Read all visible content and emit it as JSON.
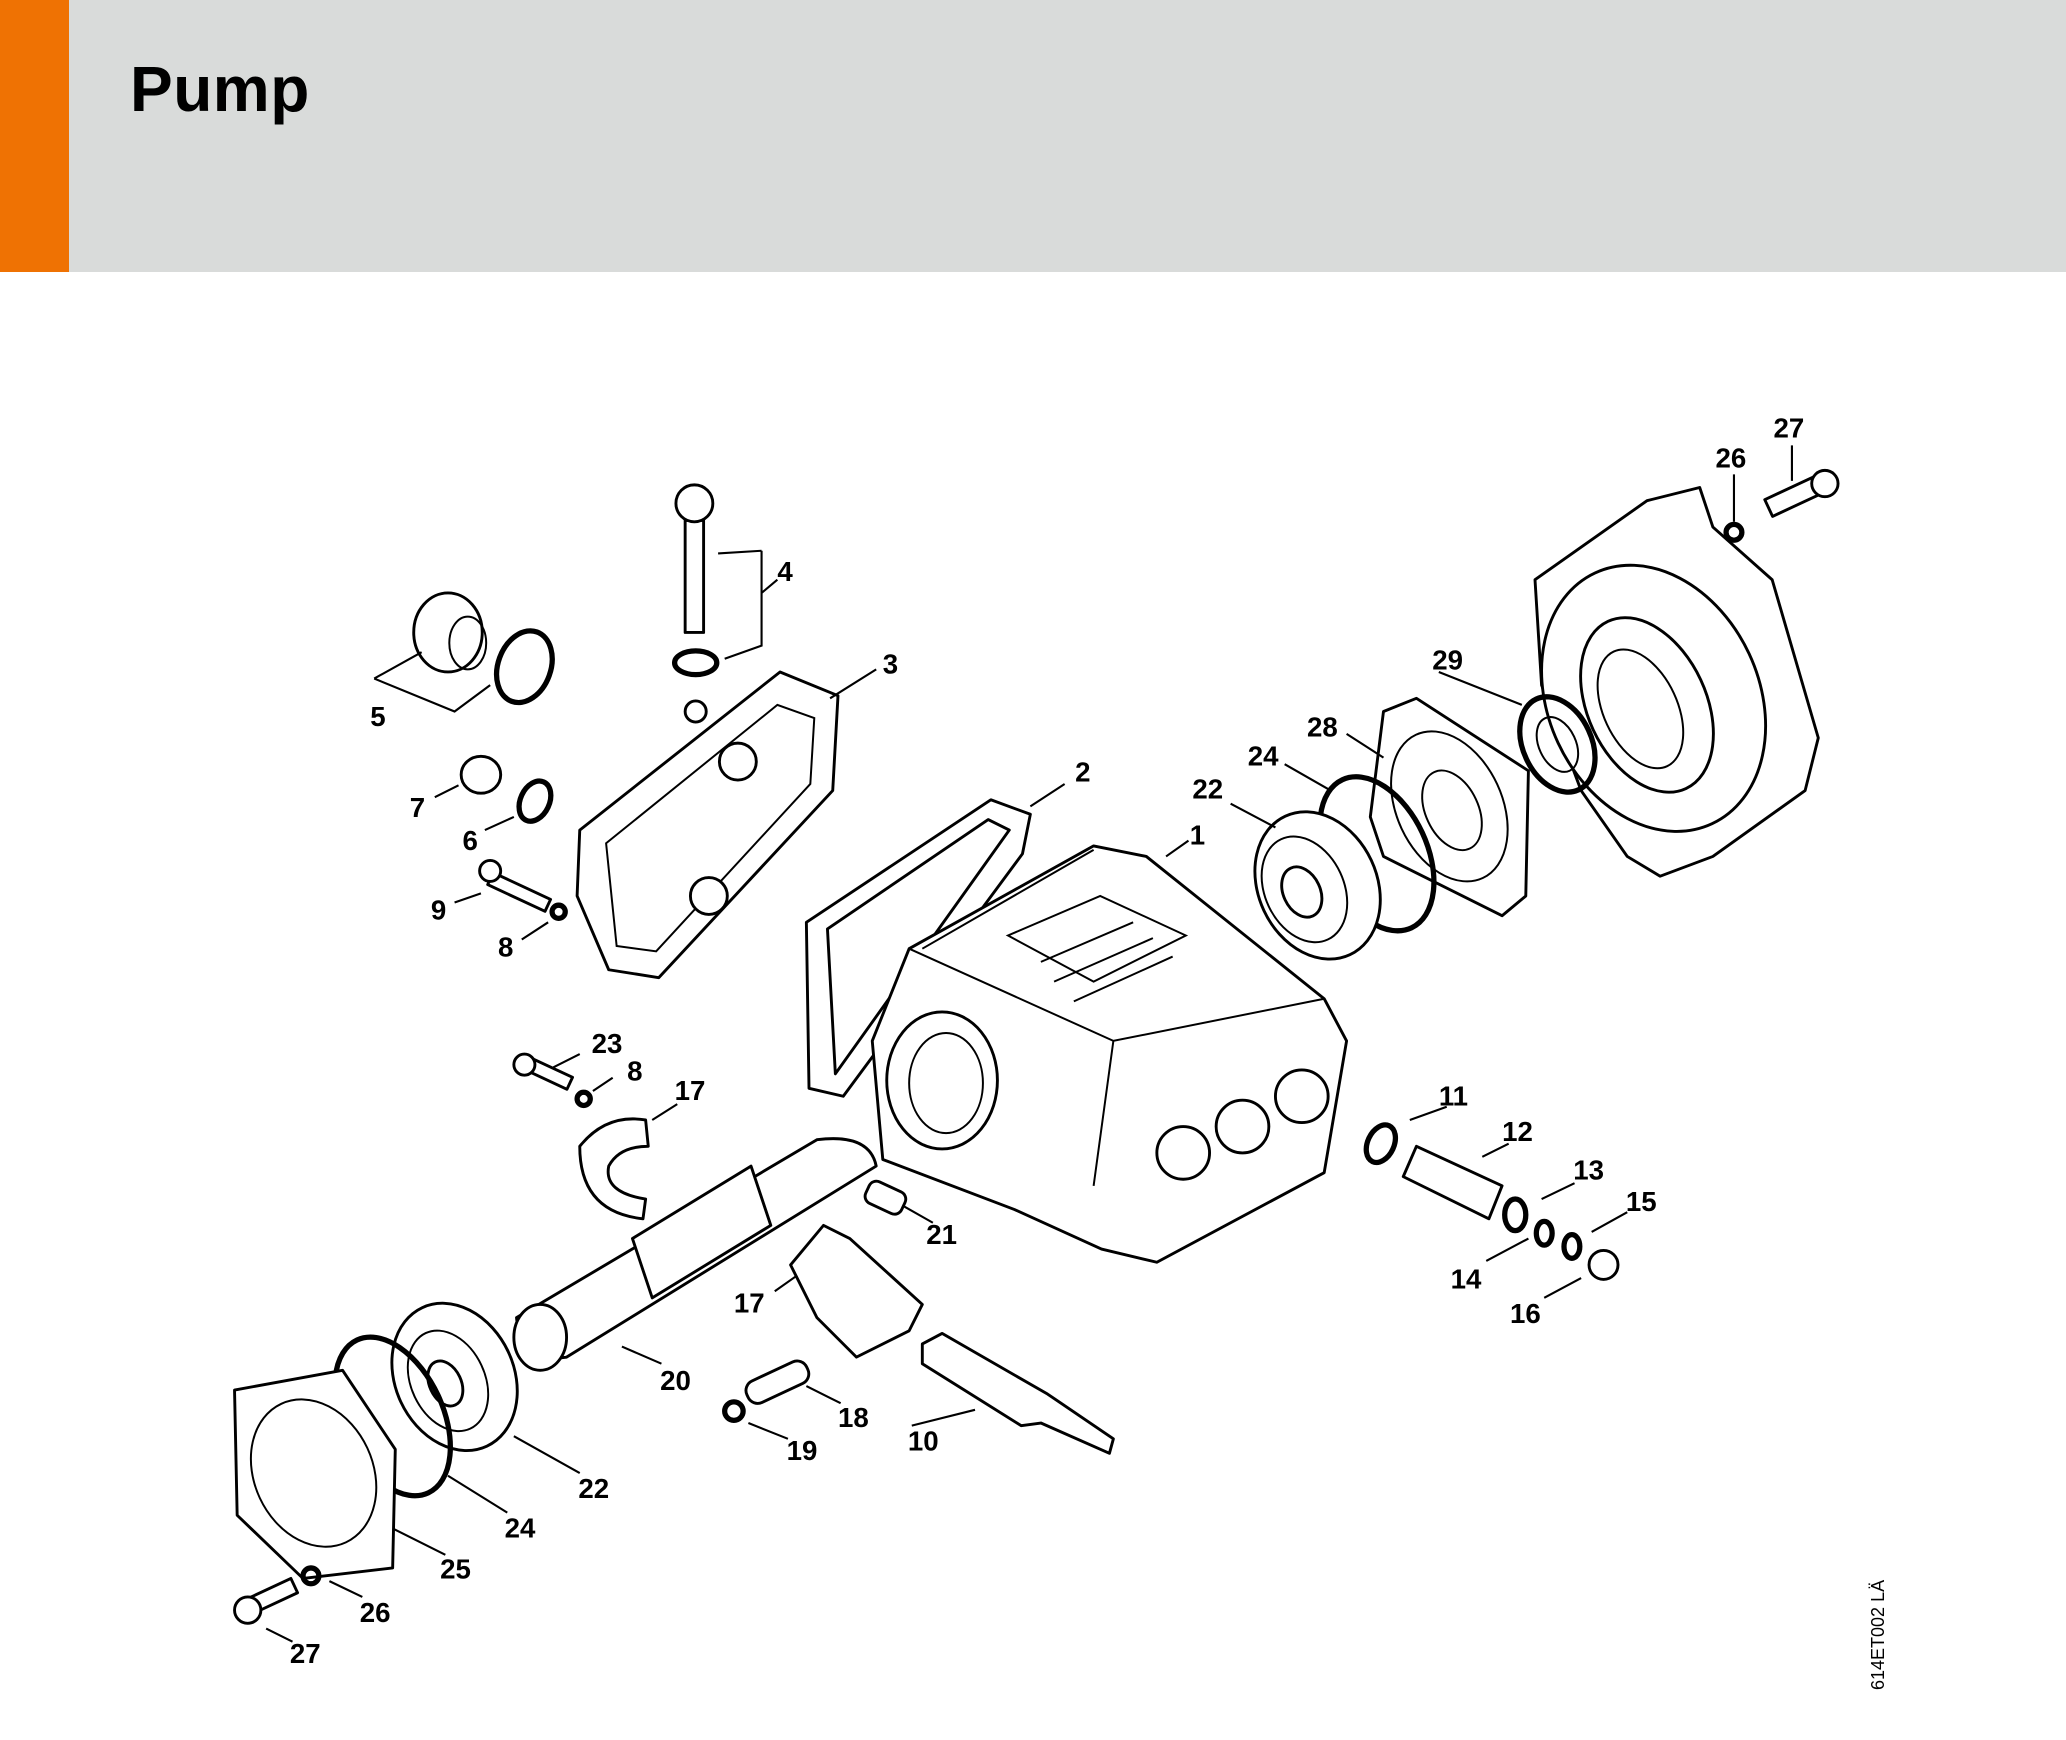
{
  "header": {
    "title": "Pump",
    "accent_color": "#ef7203",
    "background_color": "#d9dbda"
  },
  "diagram": {
    "reference_code": "614ET002 LÄ",
    "callouts": [
      "27",
      "26",
      "4",
      "3",
      "5",
      "29",
      "28",
      "2",
      "24",
      "22",
      "1",
      "7",
      "6",
      "9",
      "8",
      "23",
      "8",
      "17",
      "11",
      "12",
      "13",
      "15",
      "21",
      "14",
      "16",
      "17",
      "20",
      "18",
      "10",
      "19",
      "22",
      "24",
      "25",
      "26",
      "27"
    ]
  }
}
